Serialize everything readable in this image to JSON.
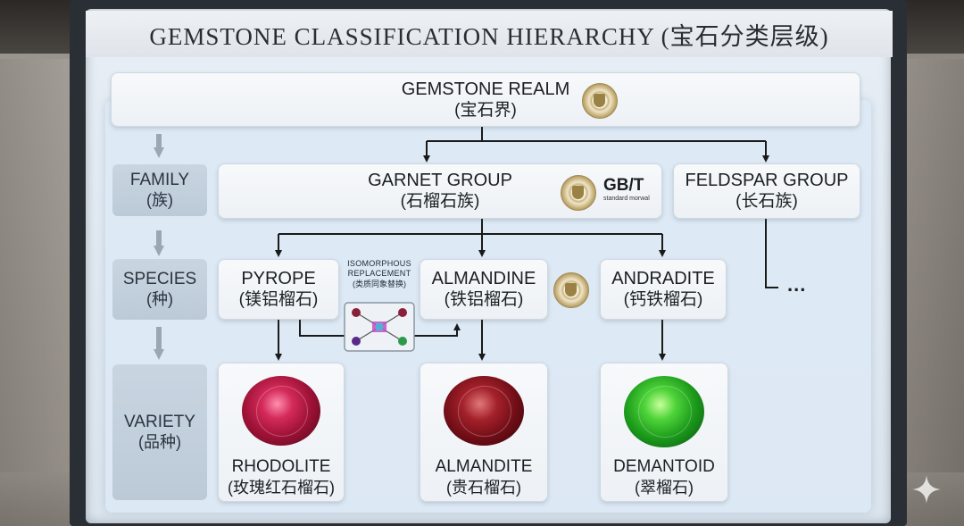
{
  "title": "GEMSTONE CLASSIFICATION HIERARCHY (宝石分类层级)",
  "realm": {
    "en": "GEMSTONE REALM",
    "zh": "(宝石界)"
  },
  "levels": {
    "family": {
      "en": "FAMILY",
      "zh": "(族)"
    },
    "species": {
      "en": "SPECIES",
      "zh": "(种)"
    },
    "variety": {
      "en": "VARIETY",
      "zh": "(品种)"
    }
  },
  "families": {
    "garnet": {
      "en": "GARNET GROUP",
      "zh": "(石榴石族)"
    },
    "feldspar": {
      "en": "FELDSPAR GROUP",
      "zh": "(长石族)"
    }
  },
  "standard_badge": {
    "main": "GB/T",
    "sub": "standard morwal"
  },
  "species": {
    "pyrope": {
      "en": "PYROPE",
      "zh": "(镁铝榴石)"
    },
    "almandine": {
      "en": "ALMANDINE",
      "zh": "(铁铝榴石)"
    },
    "andradite": {
      "en": "ANDRADITE",
      "zh": "(钙铁榴石)"
    }
  },
  "isomorphous": {
    "line1": "ISOMORPHOUS",
    "line2": "REPLACEMENT",
    "line3": "(类质同象替换)"
  },
  "varieties": {
    "rhodolite": {
      "en": "RHODOLITE",
      "zh": "(玫瑰红石榴石)"
    },
    "almandite": {
      "en": "ALMANDITE",
      "zh": "(贵石榴石)"
    },
    "demantoid": {
      "en": "DEMANTOID",
      "zh": "(翠榴石)"
    }
  },
  "continuation": "...",
  "colors": {
    "rhodolite_gem": "#b8184a",
    "almandite_gem": "#7a0f18",
    "demantoid_gem": "#1f9e1f",
    "connector": "#1a1a1a"
  },
  "icons": [
    "seal-emblem-icon",
    "molecule-exchange-icon",
    "sparkle-icon"
  ]
}
